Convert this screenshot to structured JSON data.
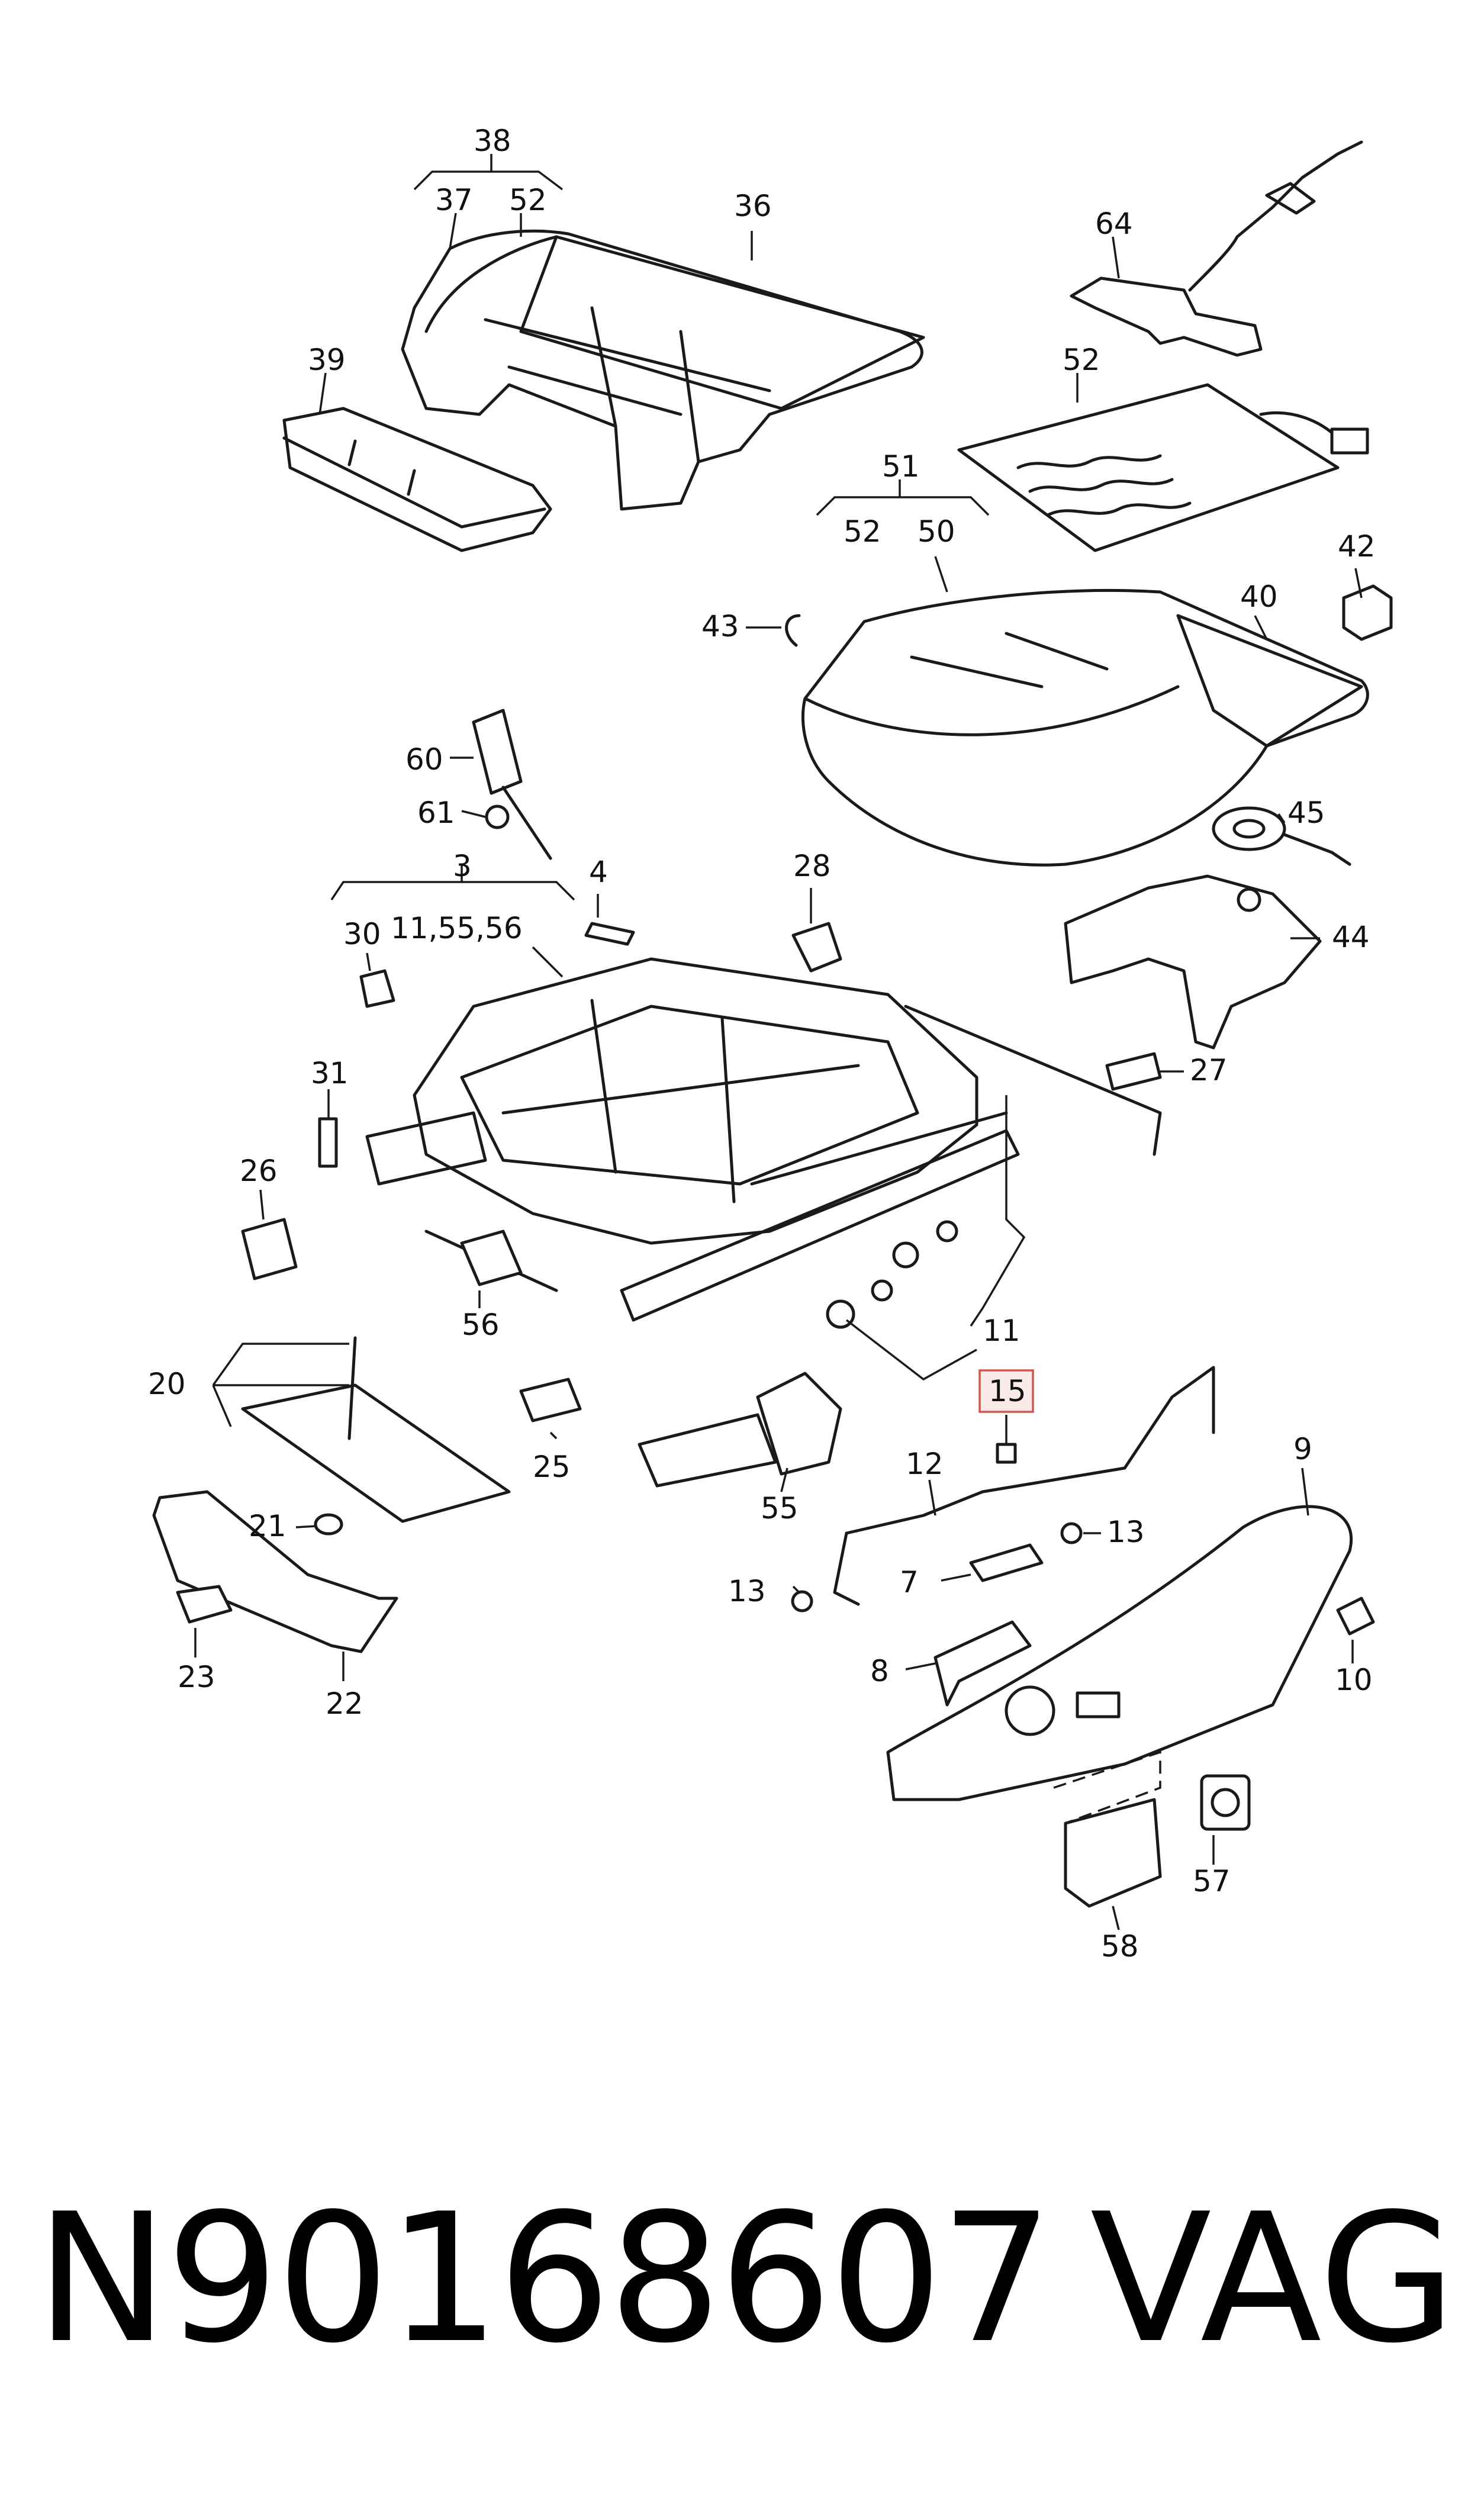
{
  "callouts": {
    "c38": "38",
    "c37": "37",
    "c52a": "52",
    "c36": "36",
    "c39": "39",
    "c64": "64",
    "c52b": "52",
    "c51": "51",
    "c52c": "52",
    "c50": "50",
    "c42": "42",
    "c43": "43",
    "c40": "40",
    "c60": "60",
    "c61": "61",
    "c45": "45",
    "c3": "3",
    "c4": "4",
    "c28": "28",
    "c30": "30",
    "c11_55_56": "11,55,56",
    "c44": "44",
    "c27": "27",
    "c31": "31",
    "c26": "26",
    "c56": "56",
    "c11": "11",
    "c20": "20",
    "c15": "15",
    "c9": "9",
    "c12": "12",
    "c25": "25",
    "c13a": "13",
    "c21": "21",
    "c55": "55",
    "c7": "7",
    "c13b": "13",
    "c10": "10",
    "c8": "8",
    "c23": "23",
    "c22": "22",
    "c57": "57",
    "c58": "58"
  },
  "highlight_color": "#d9534f",
  "footer": {
    "part_number": "N90168607",
    "brand": "VAG"
  }
}
